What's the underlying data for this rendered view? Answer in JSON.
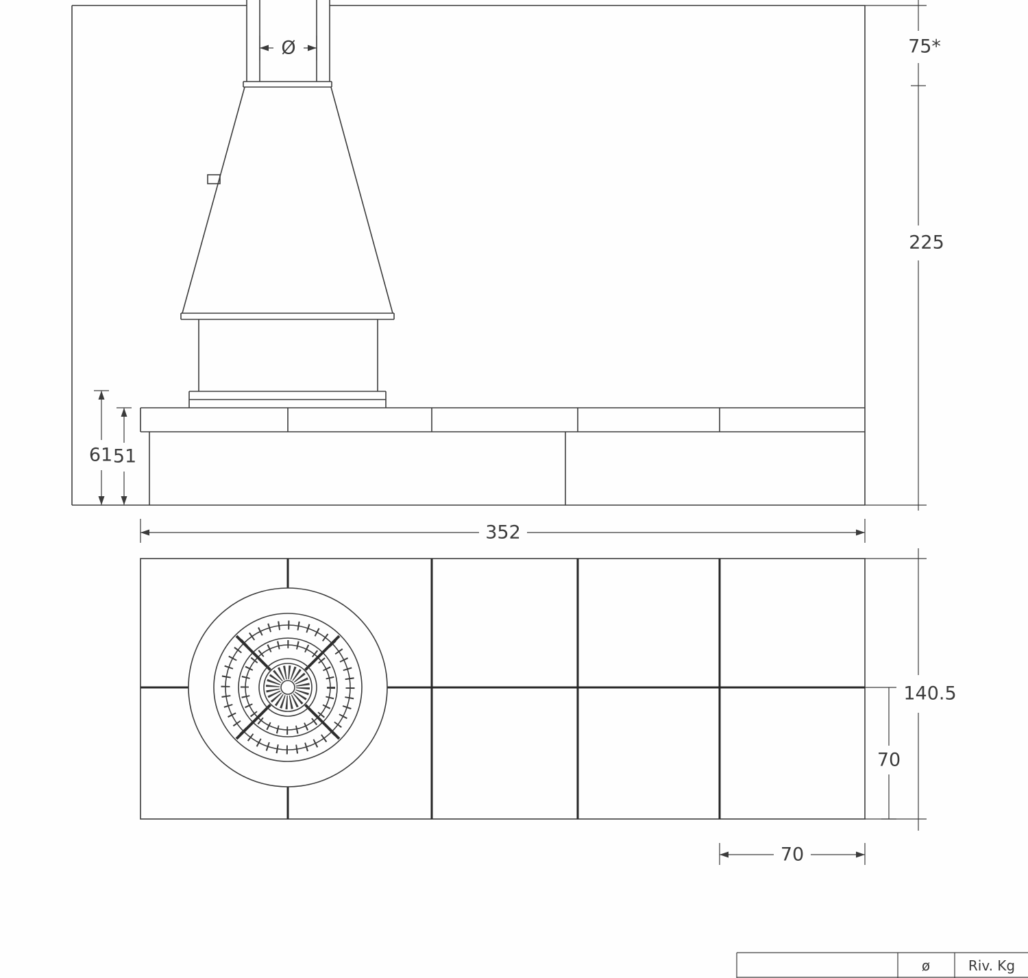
{
  "elevation": {
    "flue_diameter_label": "Ø",
    "dim_flue_height": "75*",
    "dim_total_height": "225",
    "dim_hearth_height": "61",
    "dim_bench_height": "51"
  },
  "plan": {
    "dim_total_width": "352",
    "dim_total_depth": "140.5",
    "dim_tile_depth": "70",
    "dim_tile_width": "70"
  },
  "title_block": {
    "diameter_header": "ø",
    "weight_header": "Riv. Kg"
  }
}
